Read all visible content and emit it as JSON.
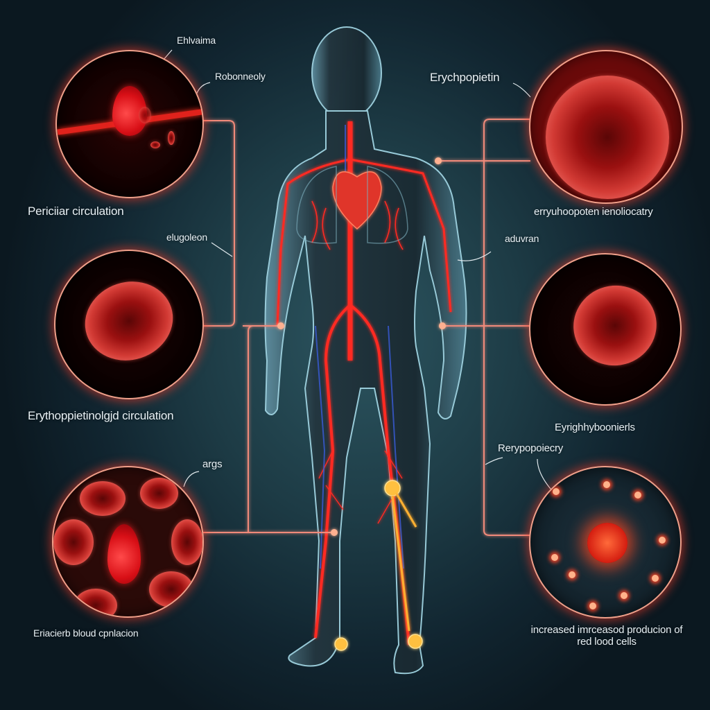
{
  "diagram": {
    "subject": "Human circulatory system and red blood cell production",
    "accent_color": "#ff3b2f",
    "background_color": "#1d3b45",
    "connector_color": "#f08a7a"
  },
  "left_panels": [
    {
      "id": "top-left",
      "content": "blood drop on vessel",
      "callouts": [
        "Ehlvaima",
        "Robonneoly"
      ],
      "caption": "Periciiar circulation"
    },
    {
      "id": "middle-left",
      "content": "single red blood cell",
      "callouts": [
        "elugoleon"
      ],
      "caption": "Erythoppietinolgjd circulation"
    },
    {
      "id": "bottom-left",
      "content": "cluster of red blood cells with drop",
      "callouts": [
        "args"
      ],
      "caption": "Eriacierb bloud cpnlacion"
    }
  ],
  "right_panels": [
    {
      "id": "top-right",
      "content": "close-up red blood cell",
      "callouts": [
        "Erychpopietin"
      ],
      "caption": "erryuhoopoten ienoliocatry"
    },
    {
      "id": "middle-right",
      "content": "red blood cell in dark field",
      "callouts": [
        "aduvran"
      ],
      "caption": "Eyrighhyboonierls"
    },
    {
      "id": "bottom-right",
      "content": "bone marrow cell releasing red cells",
      "callouts": [
        "Rerypopoiecry"
      ],
      "caption_lines": [
        "increased imrceasod producion of",
        "red lood cells"
      ]
    }
  ],
  "figure": {
    "content": "translucent human figure with arteries, veins, heart and glowing joints"
  }
}
